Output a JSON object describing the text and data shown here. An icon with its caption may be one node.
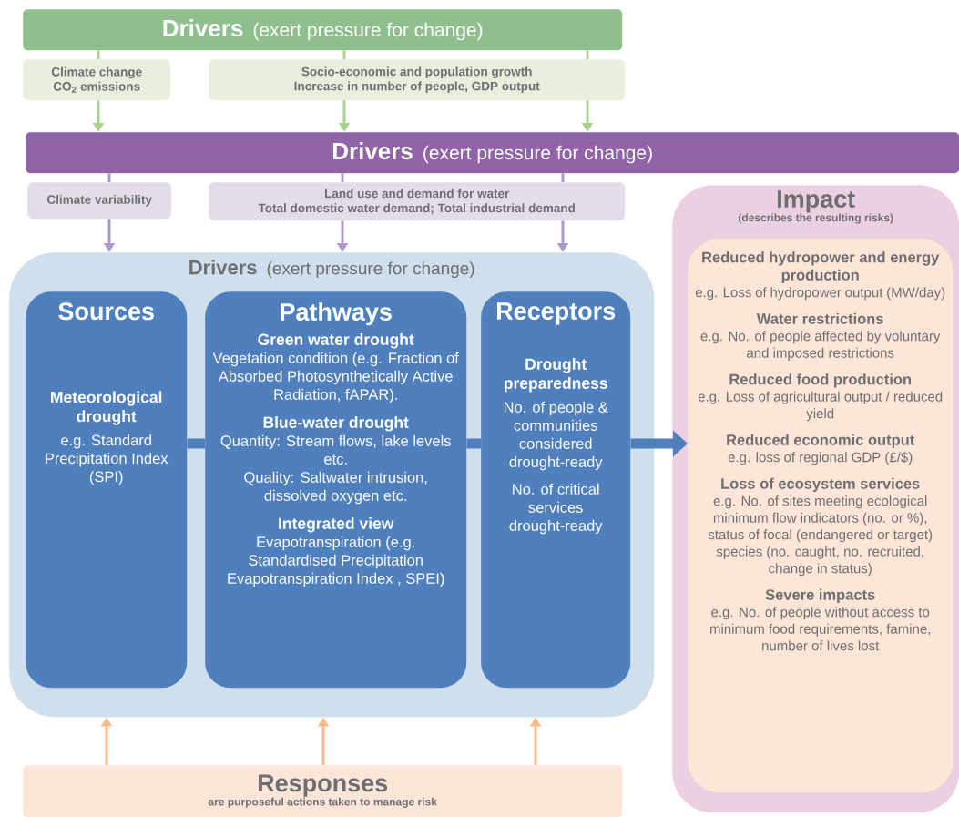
{
  "diagram": {
    "nodes": [
      {
        "text": [
          "Drivers",
          "(exert pressure for change)"
        ]
      },
      {
        "text": [
          "Climate change",
          "CO$_{2}$ emissions"
        ]
      },
      {
        "text": [
          "Socio-economic and population growth",
          "Increase in number of people, GDP output"
        ]
      },
      {
        "text": [
          "Drivers",
          "(exert pressure for change)"
        ]
      },
      {
        "text": [
          "Climate variability"
        ]
      },
      {
        "text": [
          "Land use and demand for water",
          "Total domestic water demand; Total industrial demand"
        ]
      },
      {
        "text": [
          "Drivers",
          "(exert pressure for change)"
        ]
      },
      {
        "text": [
          "Sources",
          "Meteorological drought",
          "e.g. Standard Precipitation Index (SPI)"
        ],
        "in": 6
      },
      {
        "text": [
          "Pathways",
          "Green water drought",
          "Vegetation condition (e.g. Fraction of Absorbed Photosynthetically Active Radiation, fAPAR).",
          "Blue-water drought",
          "Quantity: Stream flows, lake levels etc.",
          "Quality: Saltwater intrusion, dissolved oxygen etc.",
          "Integrated view",
          "Evapotranspiration (e.g. Standardised Precipitation Evapotranspiration Index , SPEI)"
        ],
        "in": 6
      },
      {
        "text": [
          "Receptors",
          "Drought preparedness",
          "No. of people & communities considered drought-ready",
          "No. of critical services drought-ready"
        ],
        "in": 6
      },
      {
        "text": [
          "Impact",
          "(describes the resulting risks)"
        ]
      },
      {
        "text": [
          "Reduced hydropower and energy production",
          "e.g. Loss of hydropower output (MW/day)",
          "Water restrictions",
          "e.g. No. of people affected by voluntary and imposed restrictions",
          "Reduced food production",
          "e.g. Loss of agricultural output / reduced yield",
          "Reduced economic output",
          "e.g. loss of regional GDP (£/$)",
          "Loss of ecosystem services",
          "e.g. No. of sites meeting ecological minimum flow indicators (no. or %), status of focal (endangered or target) species (no. caught, no. recruited, change in status)",
          "Severe impacts",
          "e.g. No. of people without access to minimum food requirements, famine, number of lives lost"
        ],
        "in": 10
      },
      {
        "text": [
          "Responses",
          "are purposeful actions taken to manage risk"
        ]
      }
    ],
    "edges": [
      {
        "from": 0,
        "to": 1,
        "arrow": "none",
        "color": "#a9d18e"
      },
      {
        "from": 1,
        "to": 3,
        "arrow": "to",
        "color": "#a9d18e"
      },
      {
        "from": 0,
        "to": 2,
        "arrow": "none",
        "color": "#a9d18e"
      },
      {
        "from": 2,
        "to": 3,
        "arrow": "to",
        "color": "#a9d18e"
      },
      {
        "from": 0,
        "to": 2,
        "arrow": "none",
        "color": "#a9d18e"
      },
      {
        "from": 2,
        "to": 3,
        "arrow": "to",
        "color": "#a9d18e"
      },
      {
        "from": 3,
        "to": 4,
        "arrow": "none",
        "color": "#ab9ac8"
      },
      {
        "from": 4,
        "to": 6,
        "arrow": "to",
        "color": "#ab9ac8"
      },
      {
        "from": 3,
        "to": 5,
        "arrow": "none",
        "color": "#ab9ac8"
      },
      {
        "from": 5,
        "to": 6,
        "arrow": "to",
        "color": "#ab9ac8"
      },
      {
        "from": 3,
        "to": 5,
        "arrow": "none",
        "color": "#ab9ac8"
      },
      {
        "from": 5,
        "to": 6,
        "arrow": "to",
        "color": "#ab9ac8"
      },
      {
        "from": 7,
        "to": 8,
        "arrow": "none",
        "style": "thick",
        "color": "#4f7fbd"
      },
      {
        "from": 8,
        "to": 9,
        "arrow": "none",
        "style": "thick",
        "color": "#4f7fbd"
      },
      {
        "from": 9,
        "to": 11,
        "arrow": "to",
        "style": "thick",
        "color": "#4f7fbd"
      },
      {
        "from": 12,
        "to": 6,
        "arrow": "to",
        "color": "#f7bb8c"
      },
      {
        "from": 12,
        "to": 6,
        "arrow": "to",
        "color": "#f7bb8c"
      },
      {
        "from": 12,
        "to": 6,
        "arrow": "to",
        "color": "#f7bb8c"
      }
    ]
  }
}
